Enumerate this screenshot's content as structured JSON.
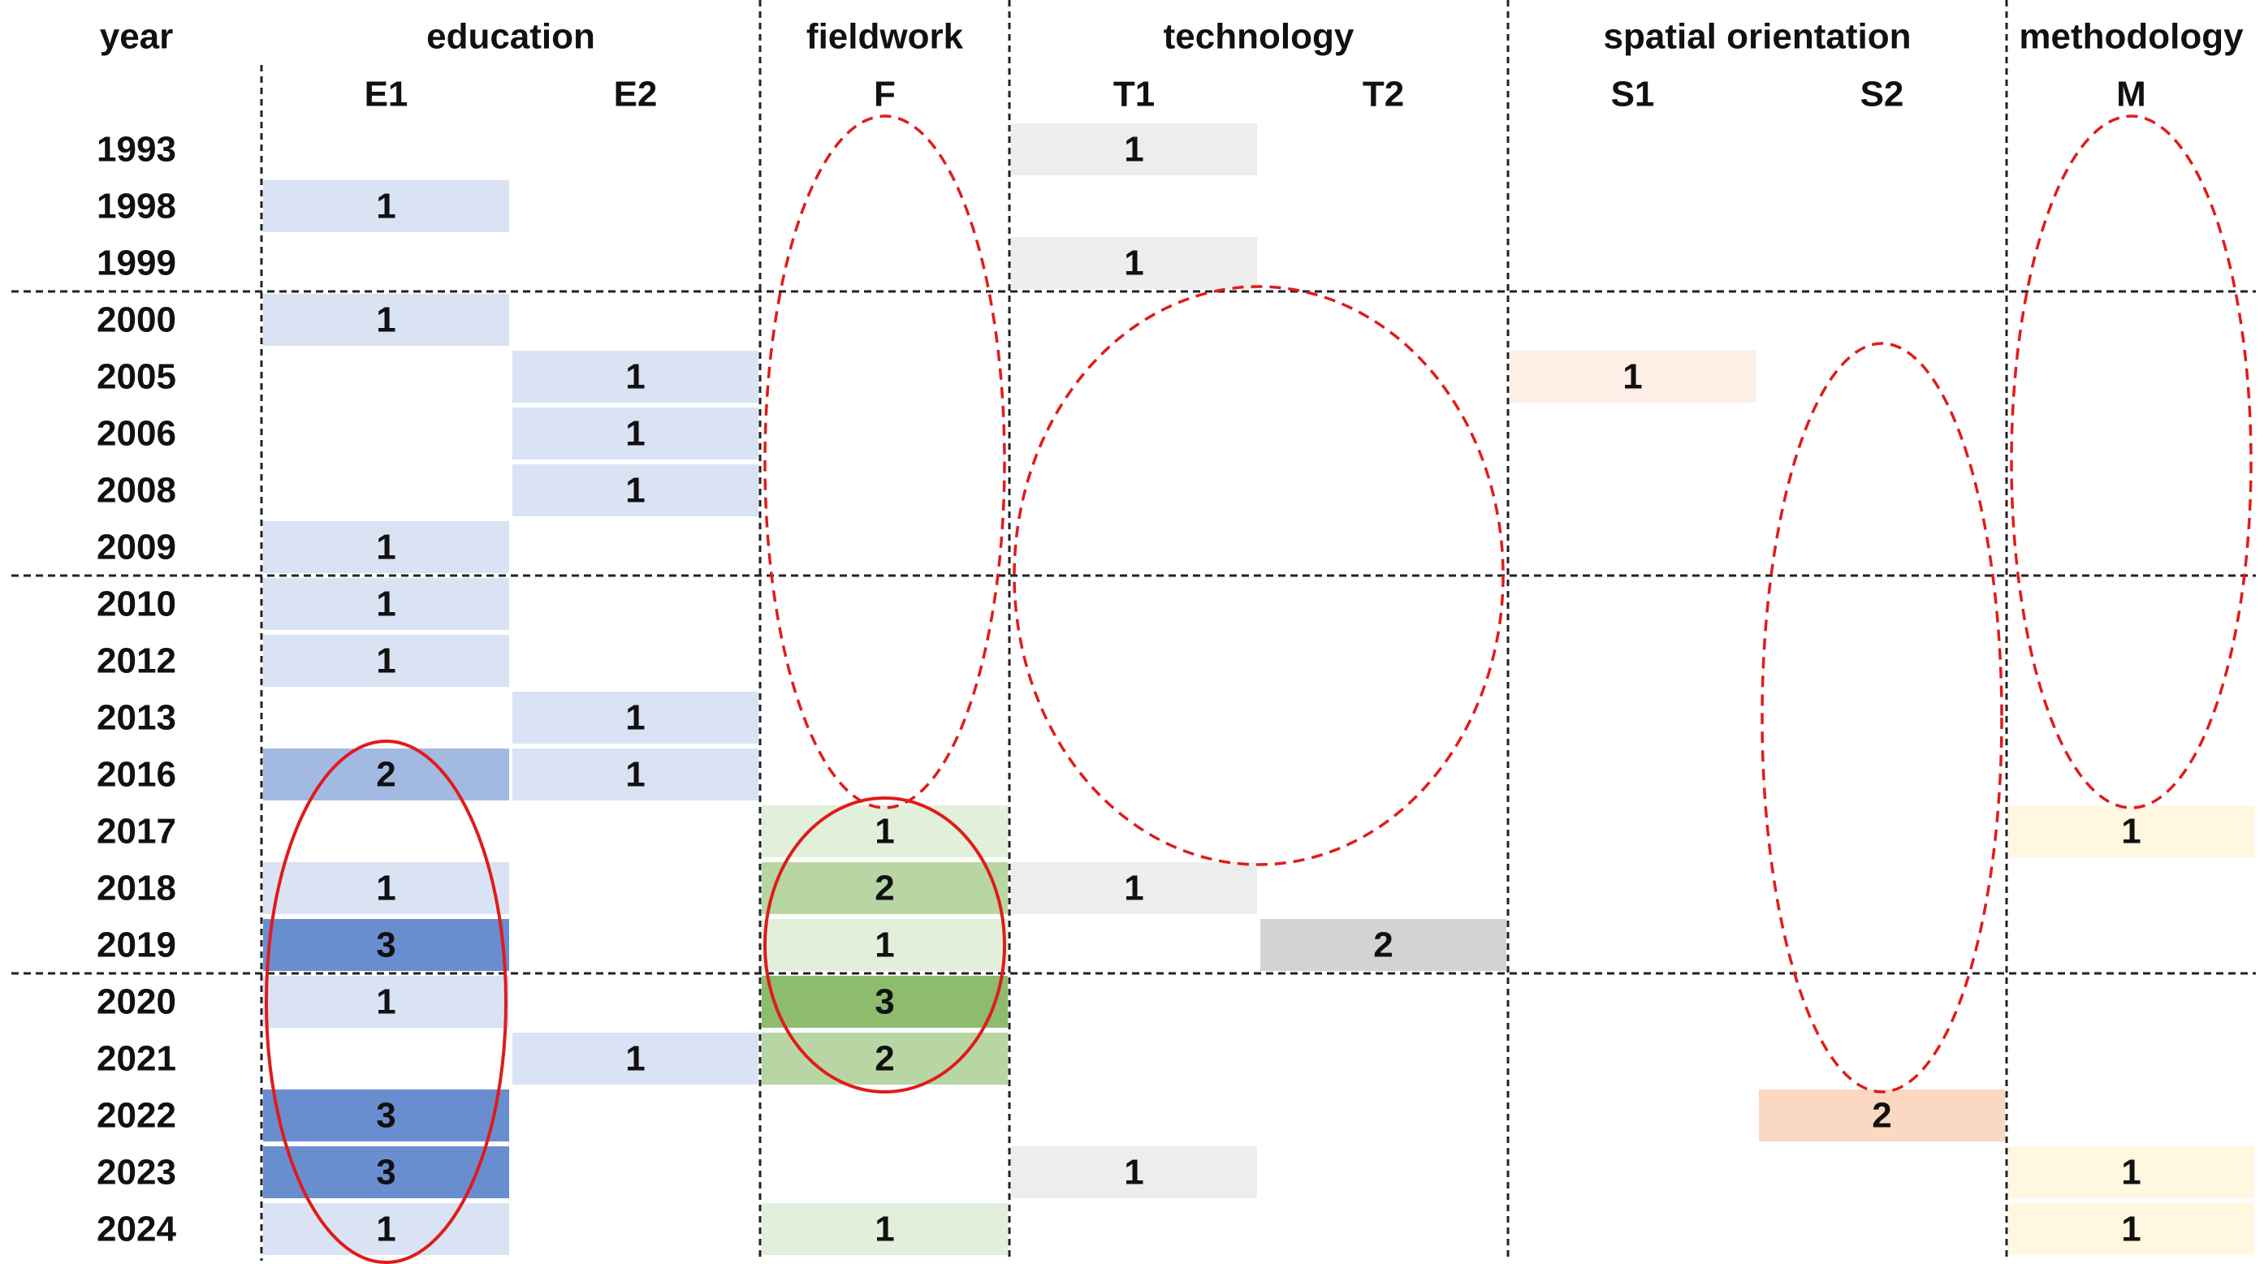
{
  "chart_data": {
    "type": "heatmap",
    "header": {
      "year_label": "year"
    },
    "groups": [
      {
        "label": "education",
        "columns": [
          "E1",
          "E2"
        ]
      },
      {
        "label": "fieldwork",
        "columns": [
          "F"
        ]
      },
      {
        "label": "technology",
        "columns": [
          "T1",
          "T2"
        ]
      },
      {
        "label": "spatial orientation",
        "columns": [
          "S1",
          "S2"
        ]
      },
      {
        "label": "methodology",
        "columns": [
          "M"
        ]
      }
    ],
    "columns": [
      "E1",
      "E2",
      "F",
      "T1",
      "T2",
      "S1",
      "S2",
      "M"
    ],
    "column_colors": {
      "E1": "#4472c4",
      "E2": "#4472c4",
      "F": "#70ad47",
      "T1": "#a6a6a6",
      "T2": "#a6a6a6",
      "S1": "#f4b183",
      "S2": "#f4b183",
      "M": "#ffd966"
    },
    "max_value": 3,
    "decade_breaks_after": [
      "1999",
      "2009",
      "2019"
    ],
    "rows": [
      {
        "year": "1993",
        "E1": null,
        "E2": null,
        "F": null,
        "T1": 1,
        "T2": null,
        "S1": null,
        "S2": null,
        "M": null
      },
      {
        "year": "1998",
        "E1": 1,
        "E2": null,
        "F": null,
        "T1": null,
        "T2": null,
        "S1": null,
        "S2": null,
        "M": null
      },
      {
        "year": "1999",
        "E1": null,
        "E2": null,
        "F": null,
        "T1": 1,
        "T2": null,
        "S1": null,
        "S2": null,
        "M": null
      },
      {
        "year": "2000",
        "E1": 1,
        "E2": null,
        "F": null,
        "T1": null,
        "T2": null,
        "S1": null,
        "S2": null,
        "M": null
      },
      {
        "year": "2005",
        "E1": null,
        "E2": 1,
        "F": null,
        "T1": null,
        "T2": null,
        "S1": 1,
        "S2": null,
        "M": null
      },
      {
        "year": "2006",
        "E1": null,
        "E2": 1,
        "F": null,
        "T1": null,
        "T2": null,
        "S1": null,
        "S2": null,
        "M": null
      },
      {
        "year": "2008",
        "E1": null,
        "E2": 1,
        "F": null,
        "T1": null,
        "T2": null,
        "S1": null,
        "S2": null,
        "M": null
      },
      {
        "year": "2009",
        "E1": 1,
        "E2": null,
        "F": null,
        "T1": null,
        "T2": null,
        "S1": null,
        "S2": null,
        "M": null
      },
      {
        "year": "2010",
        "E1": 1,
        "E2": null,
        "F": null,
        "T1": null,
        "T2": null,
        "S1": null,
        "S2": null,
        "M": null
      },
      {
        "year": "2012",
        "E1": 1,
        "E2": null,
        "F": null,
        "T1": null,
        "T2": null,
        "S1": null,
        "S2": null,
        "M": null
      },
      {
        "year": "2013",
        "E1": null,
        "E2": 1,
        "F": null,
        "T1": null,
        "T2": null,
        "S1": null,
        "S2": null,
        "M": null
      },
      {
        "year": "2016",
        "E1": 2,
        "E2": 1,
        "F": null,
        "T1": null,
        "T2": null,
        "S1": null,
        "S2": null,
        "M": null
      },
      {
        "year": "2017",
        "E1": null,
        "E2": null,
        "F": 1,
        "T1": null,
        "T2": null,
        "S1": null,
        "S2": null,
        "M": 1
      },
      {
        "year": "2018",
        "E1": 1,
        "E2": null,
        "F": 2,
        "T1": 1,
        "T2": null,
        "S1": null,
        "S2": null,
        "M": null
      },
      {
        "year": "2019",
        "E1": 3,
        "E2": null,
        "F": 1,
        "T1": null,
        "T2": 2,
        "S1": null,
        "S2": null,
        "M": null
      },
      {
        "year": "2020",
        "E1": 1,
        "E2": null,
        "F": 3,
        "T1": null,
        "T2": null,
        "S1": null,
        "S2": null,
        "M": null
      },
      {
        "year": "2021",
        "E1": null,
        "E2": 1,
        "F": 2,
        "T1": null,
        "T2": null,
        "S1": null,
        "S2": null,
        "M": null
      },
      {
        "year": "2022",
        "E1": 3,
        "E2": null,
        "F": null,
        "T1": null,
        "T2": null,
        "S1": null,
        "S2": 2,
        "M": null
      },
      {
        "year": "2023",
        "E1": 3,
        "E2": null,
        "F": null,
        "T1": 1,
        "T2": null,
        "S1": null,
        "S2": null,
        "M": 1
      },
      {
        "year": "2024",
        "E1": 1,
        "E2": null,
        "F": 1,
        "T1": null,
        "T2": null,
        "S1": null,
        "S2": null,
        "M": 1
      }
    ],
    "annotations": [
      {
        "style": "solid",
        "color": "#e01b1b",
        "column": "E1",
        "from_year": "2016",
        "to_year": "2024"
      },
      {
        "style": "solid",
        "color": "#e01b1b",
        "column": "F",
        "from_year": "2017",
        "to_year": "2021"
      },
      {
        "style": "dashed",
        "color": "#e01b1b",
        "column": "F",
        "from_year": "1993",
        "to_year": "2016"
      },
      {
        "style": "dashed",
        "color": "#e01b1b",
        "column": "T",
        "from_year": "2000",
        "to_year": "2017"
      },
      {
        "style": "dashed",
        "color": "#e01b1b",
        "column": "S2",
        "from_year": "2005",
        "to_year": "2021"
      },
      {
        "style": "dashed",
        "color": "#e01b1b",
        "column": "M",
        "from_year": "1993",
        "to_year": "2016"
      }
    ]
  }
}
